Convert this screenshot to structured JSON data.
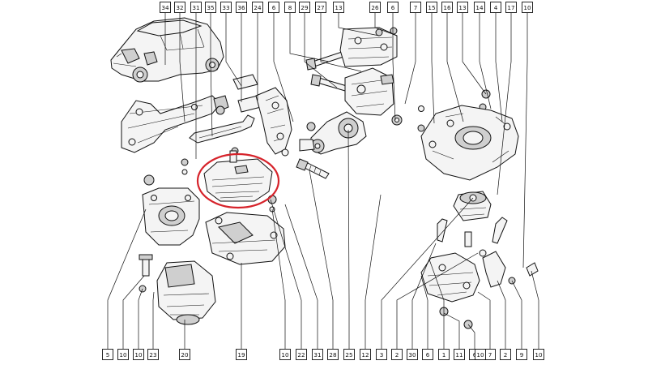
{
  "diagram": {
    "highlight_color": "#d6232b",
    "callouts_top": [
      "34",
      "32",
      "31",
      "35",
      "33",
      "36",
      "24",
      "6",
      "8",
      "29",
      "27",
      "13",
      "26",
      "6",
      "7",
      "15",
      "16",
      "13",
      "14",
      "4",
      "17",
      "10"
    ],
    "callouts_bottom": [
      "5",
      "10",
      "10",
      "23",
      "20",
      "19",
      "10",
      "22",
      "31",
      "28",
      "25",
      "12",
      "3",
      "2",
      "30",
      "6",
      "1",
      "11",
      "6",
      "7",
      "2",
      "9",
      "10",
      "10"
    ]
  }
}
